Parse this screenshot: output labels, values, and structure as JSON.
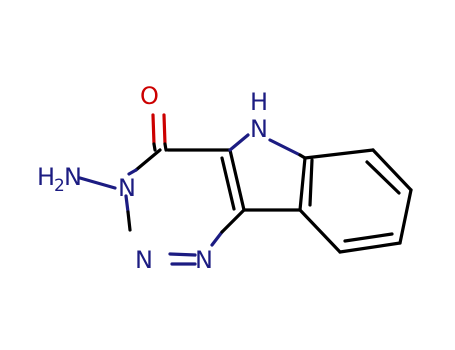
{
  "molecule": {
    "atoms": {
      "oxygen": "O",
      "nh": "H",
      "n_indole": "N",
      "nh2_prefix": "H",
      "nh2_sub": "2",
      "nh2_n": "N",
      "n3": "N",
      "n2": "N",
      "n1": "N"
    },
    "colors": {
      "carbon_bond": "#000000",
      "nitrogen": "#1c1c82",
      "oxygen": "#cc0000"
    }
  }
}
